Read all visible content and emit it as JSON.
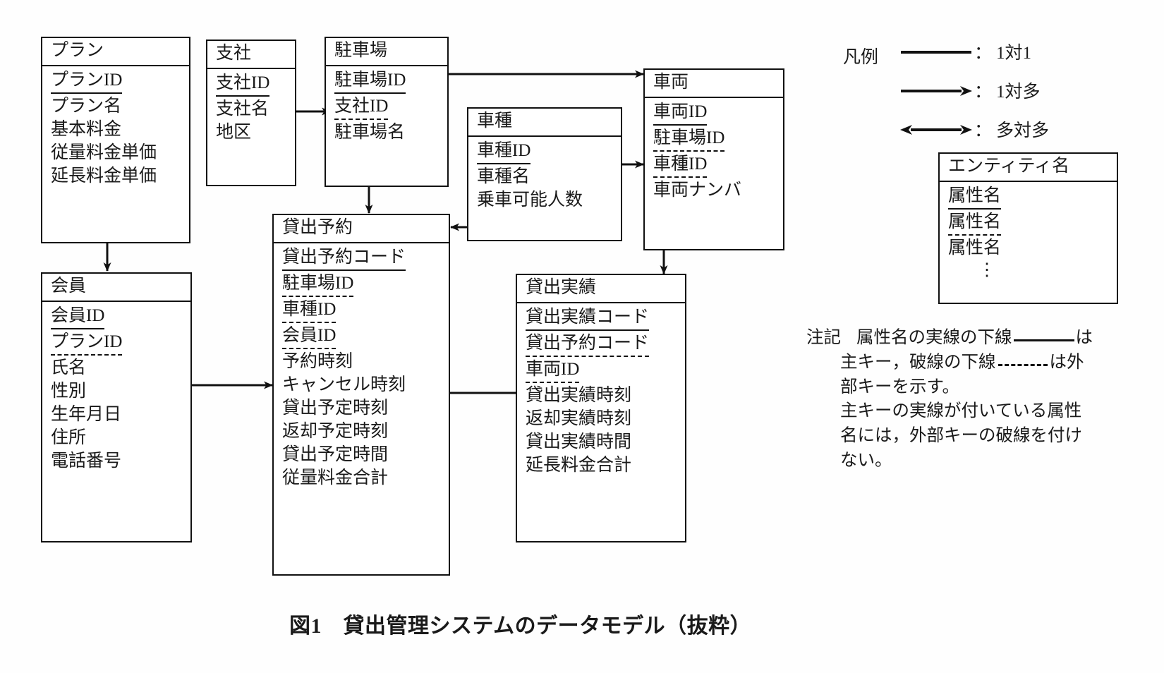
{
  "figure": {
    "caption": "図1　貸出管理システムのデータモデル（抜粋）"
  },
  "entities": [
    {
      "id": "plan",
      "name": "プラン",
      "attributes": [
        {
          "label": "プランID",
          "key": "pk"
        },
        {
          "label": "プラン名",
          "key": "none"
        },
        {
          "label": "基本料金",
          "key": "none"
        },
        {
          "label": "従量料金単価",
          "key": "none"
        },
        {
          "label": "延長料金単価",
          "key": "none"
        }
      ]
    },
    {
      "id": "branch",
      "name": "支社",
      "attributes": [
        {
          "label": "支社ID",
          "key": "pk"
        },
        {
          "label": "支社名",
          "key": "none"
        },
        {
          "label": "地区",
          "key": "none"
        }
      ]
    },
    {
      "id": "parking",
      "name": "駐車場",
      "attributes": [
        {
          "label": "駐車場ID",
          "key": "pk"
        },
        {
          "label": "支社ID",
          "key": "fk"
        },
        {
          "label": "駐車場名",
          "key": "none"
        }
      ]
    },
    {
      "id": "cartype",
      "name": "車種",
      "attributes": [
        {
          "label": "車種ID",
          "key": "pk"
        },
        {
          "label": "車種名",
          "key": "none"
        },
        {
          "label": "乗車可能人数",
          "key": "none"
        }
      ]
    },
    {
      "id": "vehicle",
      "name": "車両",
      "attributes": [
        {
          "label": "車両ID",
          "key": "pk"
        },
        {
          "label": "駐車場ID",
          "key": "fk"
        },
        {
          "label": "車種ID",
          "key": "fk"
        },
        {
          "label": "車両ナンバ",
          "key": "none"
        }
      ]
    },
    {
      "id": "member",
      "name": "会員",
      "attributes": [
        {
          "label": "会員ID",
          "key": "pk"
        },
        {
          "label": "プランID",
          "key": "fk"
        },
        {
          "label": "氏名",
          "key": "none"
        },
        {
          "label": "性別",
          "key": "none"
        },
        {
          "label": "生年月日",
          "key": "none"
        },
        {
          "label": "住所",
          "key": "none"
        },
        {
          "label": "電話番号",
          "key": "none"
        }
      ]
    },
    {
      "id": "reservation",
      "name": "貸出予約",
      "attributes": [
        {
          "label": "貸出予約コード",
          "key": "pk"
        },
        {
          "label": "駐車場ID",
          "key": "fk"
        },
        {
          "label": "車種ID",
          "key": "fk"
        },
        {
          "label": "会員ID",
          "key": "fk"
        },
        {
          "label": "予約時刻",
          "key": "none"
        },
        {
          "label": "キャンセル時刻",
          "key": "none"
        },
        {
          "label": "貸出予定時刻",
          "key": "none"
        },
        {
          "label": "返却予定時刻",
          "key": "none"
        },
        {
          "label": "貸出予定時間",
          "key": "none"
        },
        {
          "label": "従量料金合計",
          "key": "none"
        }
      ]
    },
    {
      "id": "rental",
      "name": "貸出実績",
      "attributes": [
        {
          "label": "貸出実績コード",
          "key": "pk"
        },
        {
          "label": "貸出予約コード",
          "key": "fk"
        },
        {
          "label": "車両ID",
          "key": "fk"
        },
        {
          "label": "貸出実績時刻",
          "key": "none"
        },
        {
          "label": "返却実績時刻",
          "key": "none"
        },
        {
          "label": "貸出実績時間",
          "key": "none"
        },
        {
          "label": "延長料金合計",
          "key": "none"
        }
      ]
    }
  ],
  "relationships": [
    {
      "from": "branch",
      "to": "parking",
      "type": "one-to-many"
    },
    {
      "from": "parking",
      "to": "vehicle",
      "type": "one-to-many"
    },
    {
      "from": "parking",
      "to": "reservation",
      "type": "one-to-many"
    },
    {
      "from": "cartype",
      "to": "vehicle",
      "type": "one-to-many"
    },
    {
      "from": "cartype",
      "to": "reservation",
      "type": "one-to-many"
    },
    {
      "from": "plan",
      "to": "member",
      "type": "one-to-many"
    },
    {
      "from": "member",
      "to": "reservation",
      "type": "one-to-many"
    },
    {
      "from": "vehicle",
      "to": "rental",
      "type": "one-to-many"
    },
    {
      "from": "reservation",
      "to": "rental",
      "type": "one-to-one"
    }
  ],
  "legend": {
    "title": "凡例",
    "items": [
      {
        "glyph": "plain-line",
        "separator": "：",
        "label": "1対1"
      },
      {
        "glyph": "single-arrow-line",
        "separator": "：",
        "label": "1対多"
      },
      {
        "glyph": "double-arrow-line",
        "separator": "：",
        "label": "多対多"
      }
    ]
  },
  "template_entity": {
    "name": "エンティティ名",
    "attributes": [
      {
        "label": "属性名",
        "key": "pk"
      },
      {
        "label": "属性名",
        "key": "fk"
      },
      {
        "label": "属性名",
        "key": "none"
      }
    ],
    "ellipsis": "⋮"
  },
  "note": {
    "marker": "注記",
    "line1_a": "属性名の実線の下線",
    "line1_b": "は",
    "line2_a": "主キー，破線の下線",
    "line2_b": "は外",
    "line3": "部キーを示す。",
    "line4": "主キーの実線が付いている属性",
    "line5": "名には，外部キーの破線を付け",
    "line6": "ない。"
  }
}
